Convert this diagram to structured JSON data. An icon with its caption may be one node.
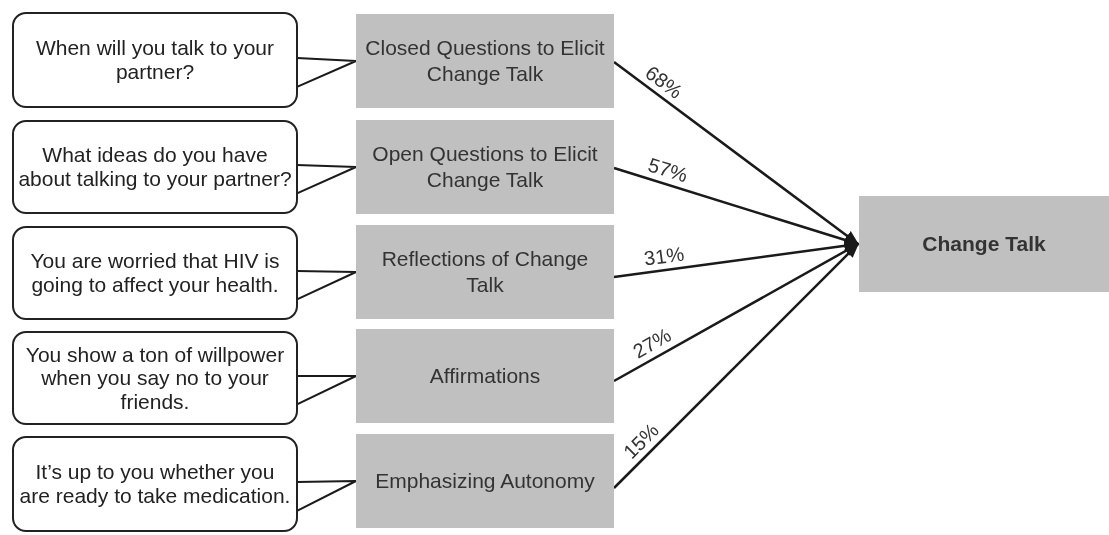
{
  "diagram": {
    "nodes": [
      {
        "text": [
          "When will you talk to your partner?"
        ]
      },
      {
        "text": [
          "Closed Questions to Elicit Change Talk"
        ]
      },
      {
        "text": [
          "What ideas do you have about talking to your partner?"
        ]
      },
      {
        "text": [
          "Open Questions to Elicit Change Talk"
        ]
      },
      {
        "text": [
          "You are worried that HIV is going to affect your health."
        ]
      },
      {
        "text": [
          "Reflections of Change Talk"
        ]
      },
      {
        "text": [
          "You show a ton of willpower when you say no to your friends."
        ]
      },
      {
        "text": [
          "Affirmations"
        ]
      },
      {
        "text": [
          "It’s up to you whether you are ready to take medication."
        ]
      },
      {
        "text": [
          "Emphasizing Autonomy"
        ]
      },
      {
        "text": [
          "Change Talk"
        ]
      }
    ],
    "edges": [
      {
        "from": 0,
        "to": 1,
        "arrow": "none"
      },
      {
        "from": 2,
        "to": 3,
        "arrow": "none"
      },
      {
        "from": 4,
        "to": 5,
        "arrow": "none"
      },
      {
        "from": 6,
        "to": 7,
        "arrow": "none"
      },
      {
        "from": 8,
        "to": 9,
        "arrow": "none"
      },
      {
        "from": 1,
        "to": 10,
        "arrow": "to",
        "label": "68%"
      },
      {
        "from": 3,
        "to": 10,
        "arrow": "to",
        "label": "57%"
      },
      {
        "from": 5,
        "to": 10,
        "arrow": "to",
        "label": "31%"
      },
      {
        "from": 7,
        "to": 10,
        "arrow": "to",
        "label": "27%"
      },
      {
        "from": 9,
        "to": 10,
        "arrow": "to",
        "label": "15%"
      }
    ]
  }
}
